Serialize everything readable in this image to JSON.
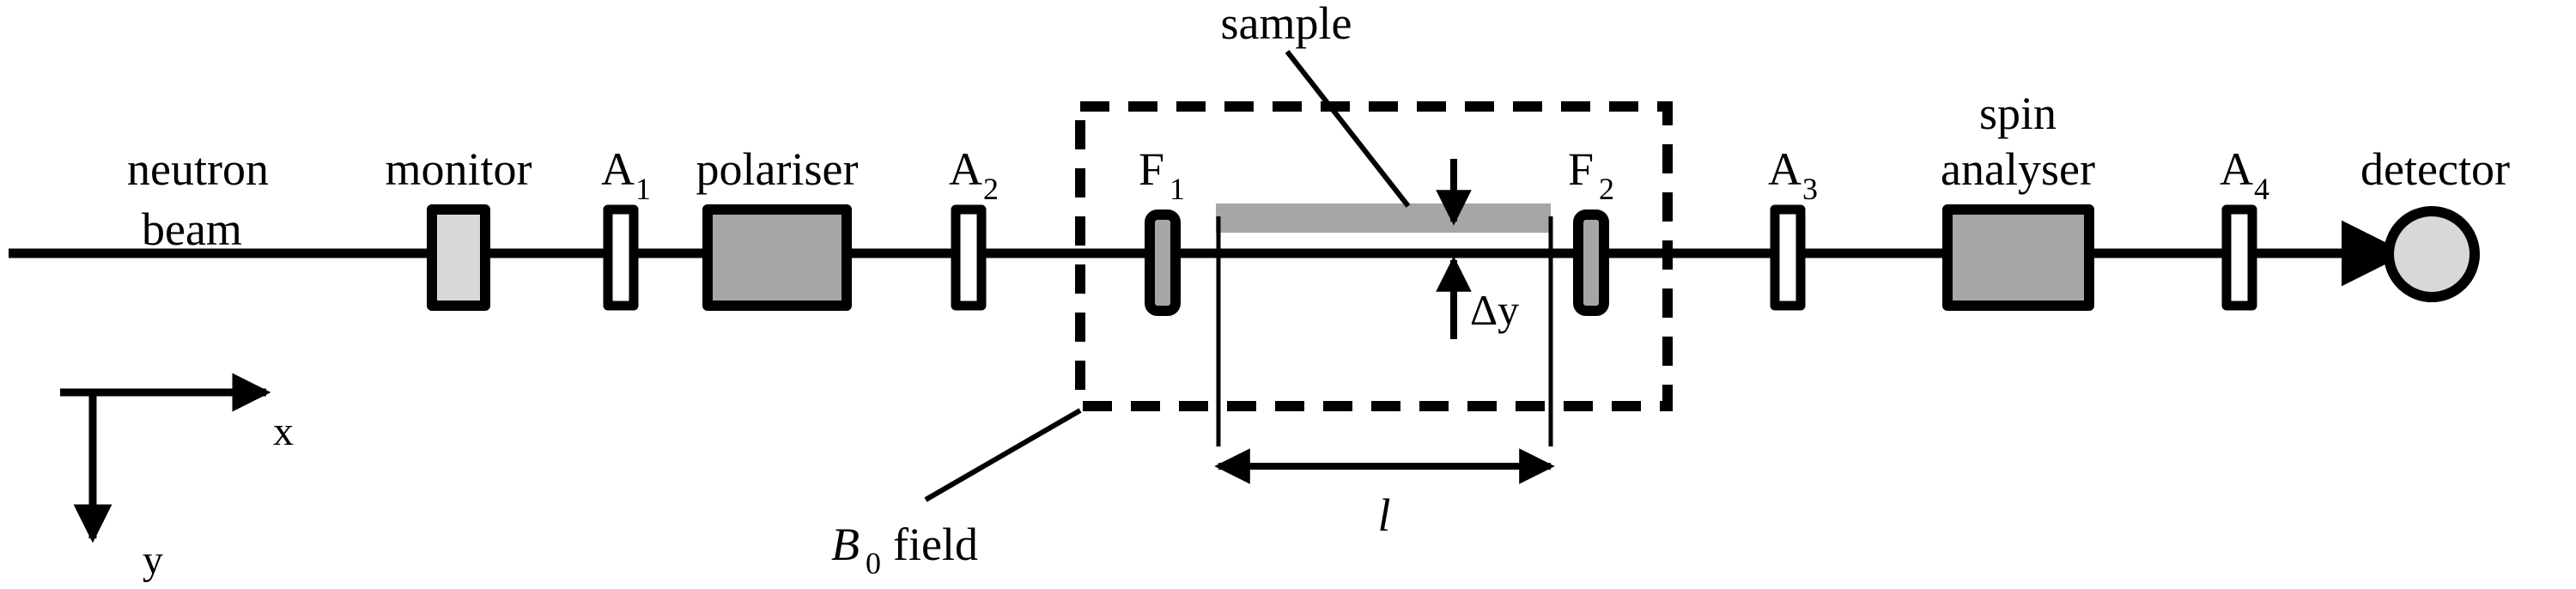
{
  "figure": {
    "title": "neutron spin-echo / Larmor precession instrument beamline schematic",
    "background": "#ffffff",
    "line_color": "#000000"
  },
  "colors": {
    "stroke": "#000000",
    "monitor_fill": "#d8d8d8",
    "detector_fill": "#d8d8d8",
    "polariser_fill": "#a6a6a6",
    "analyser_fill": "#a6a6a6",
    "sample_fill": "#a6a6a6",
    "flipper_fill": "#a6a6a6",
    "aperture_fill": "#ffffff",
    "background": "#ffffff"
  },
  "beam": {
    "source_label_line1": "neutron",
    "source_label_line2": "beam",
    "direction": "left-to-right",
    "arrowhead": "right"
  },
  "components": [
    {
      "id": "monitor",
      "label": "monitor",
      "sub": "",
      "type": "box",
      "fill": "#d8d8d8"
    },
    {
      "id": "a1",
      "label": "A",
      "sub": "1",
      "type": "aperture",
      "fill": "#ffffff"
    },
    {
      "id": "polariser",
      "label": "polariser",
      "sub": "",
      "type": "box",
      "fill": "#a6a6a6"
    },
    {
      "id": "a2",
      "label": "A",
      "sub": "2",
      "type": "aperture",
      "fill": "#ffffff"
    },
    {
      "id": "f1",
      "label": "F",
      "sub": "1",
      "type": "flipper",
      "fill": "#a6a6a6"
    },
    {
      "id": "f2",
      "label": "F",
      "sub": "2",
      "type": "flipper",
      "fill": "#a6a6a6"
    },
    {
      "id": "a3",
      "label": "A",
      "sub": "3",
      "type": "aperture",
      "fill": "#ffffff"
    },
    {
      "id": "analyser",
      "label": "spin",
      "sub": "",
      "type": "box",
      "fill": "#a6a6a6"
    },
    {
      "id": "a4",
      "label": "A",
      "sub": "4",
      "type": "aperture",
      "fill": "#ffffff"
    },
    {
      "id": "detector",
      "label": "detector",
      "sub": "",
      "type": "circle",
      "fill": "#d8d8d8"
    }
  ],
  "labels": {
    "neutron_beam_1": "neutron",
    "neutron_beam_2": "beam",
    "monitor": "monitor",
    "a1": "A",
    "a1_sub": "1",
    "polariser": "polariser",
    "a2": "A",
    "a2_sub": "2",
    "f1": "F",
    "f1_sub": "1",
    "sample": "sample",
    "f2": "F",
    "f2_sub": "2",
    "a3": "A",
    "a3_sub": "3",
    "analyser_line1": "spin",
    "analyser_line2": "analyser",
    "a4": "A",
    "a4_sub": "4",
    "detector": "detector",
    "field_symbol": "B",
    "field_sub": "0",
    "field_word": "field",
    "delta_y": "Δy",
    "length_symbol": "l",
    "axis_x": "x",
    "axis_y": "y"
  },
  "annotations": {
    "sample_leader": "line from 'sample' text down-right to sample bar",
    "field_leader": "line from 'B0 field' text up-right to dashed box corner",
    "delta_y_meaning": "vertical offset of sample above beam axis",
    "length_meaning": "precession region length between extension lines"
  }
}
